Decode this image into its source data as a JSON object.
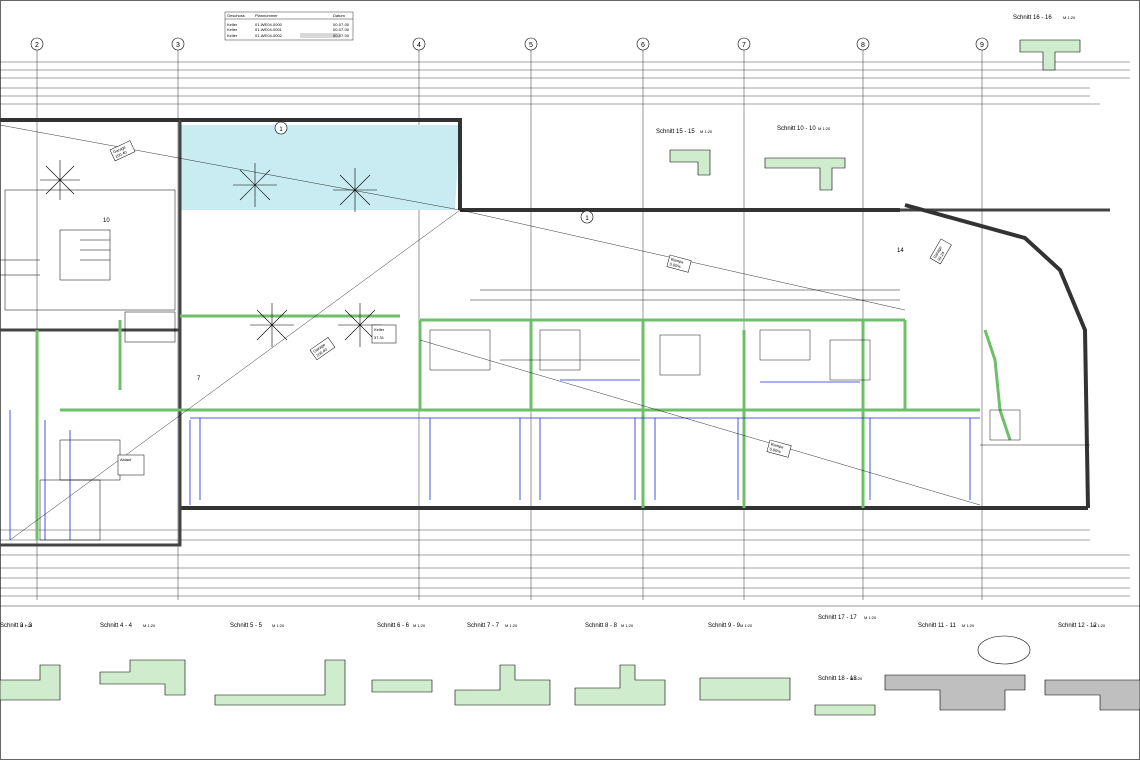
{
  "legend_table": {
    "headers": [
      "Geschoss",
      "Plannummer",
      "Datum"
    ],
    "rows": [
      [
        "Keller",
        "01-WE04-0000",
        "00-07-00"
      ],
      [
        "Keller",
        "01-WE04-0001",
        "00-07-00"
      ],
      [
        "Keller",
        "01-WE04-0002",
        "00-07-00"
      ]
    ]
  },
  "axes": [
    "2",
    "3",
    "4",
    "5",
    "6",
    "7",
    "8",
    "9"
  ],
  "rooms": [
    {
      "label": "Garage",
      "value": "100.40"
    },
    {
      "label": "Garage",
      "value": "99.24"
    },
    {
      "label": "Garage",
      "value": "100.40"
    },
    {
      "label": "Rampe",
      "value": "0.00%"
    },
    {
      "label": "Rampe",
      "value": "0.00%"
    },
    {
      "label": "Keller",
      "value": "37.31"
    },
    {
      "label": "Ablauf",
      "value": ""
    }
  ],
  "marks": [
    "10",
    "1",
    "7",
    "14",
    "1"
  ],
  "sections": {
    "top": [
      {
        "label": "Schnitt 16 - 16",
        "scale": "M 1:20"
      },
      {
        "label": "Schnitt 15 - 15",
        "scale": "M 1:20"
      },
      {
        "label": "Schnitt 10 - 10",
        "scale": "M 1:20"
      }
    ],
    "bottom": [
      {
        "label": "Schnitt 3 - 3",
        "scale": "M 1:20"
      },
      {
        "label": "Schnitt 4 - 4",
        "scale": "M 1:20"
      },
      {
        "label": "Schnitt 5 - 5",
        "scale": "M 1:20"
      },
      {
        "label": "Schnitt 6 - 6",
        "scale": "M 1:20"
      },
      {
        "label": "Schnitt 7 - 7",
        "scale": "M 1:20"
      },
      {
        "label": "Schnitt 8 - 8",
        "scale": "M 1:20"
      },
      {
        "label": "Schnitt 9 - 9",
        "scale": "M 1:20"
      },
      {
        "label": "Schnitt 17 - 17",
        "scale": "M 1:20"
      },
      {
        "label": "Schnitt 18 - 18",
        "scale": "M 1:20"
      },
      {
        "label": "Schnitt 11 - 11",
        "scale": "M 1:20"
      },
      {
        "label": "Schnitt 12 - 12",
        "scale": "M 1:20"
      }
    ]
  },
  "colors": {
    "concrete_fill": "#cfeccc",
    "green_wall": "#6fbf6a",
    "rebar_blue": "#1a2bd8",
    "ramp_fill": "#c9ecf2",
    "wall": "#333333"
  }
}
